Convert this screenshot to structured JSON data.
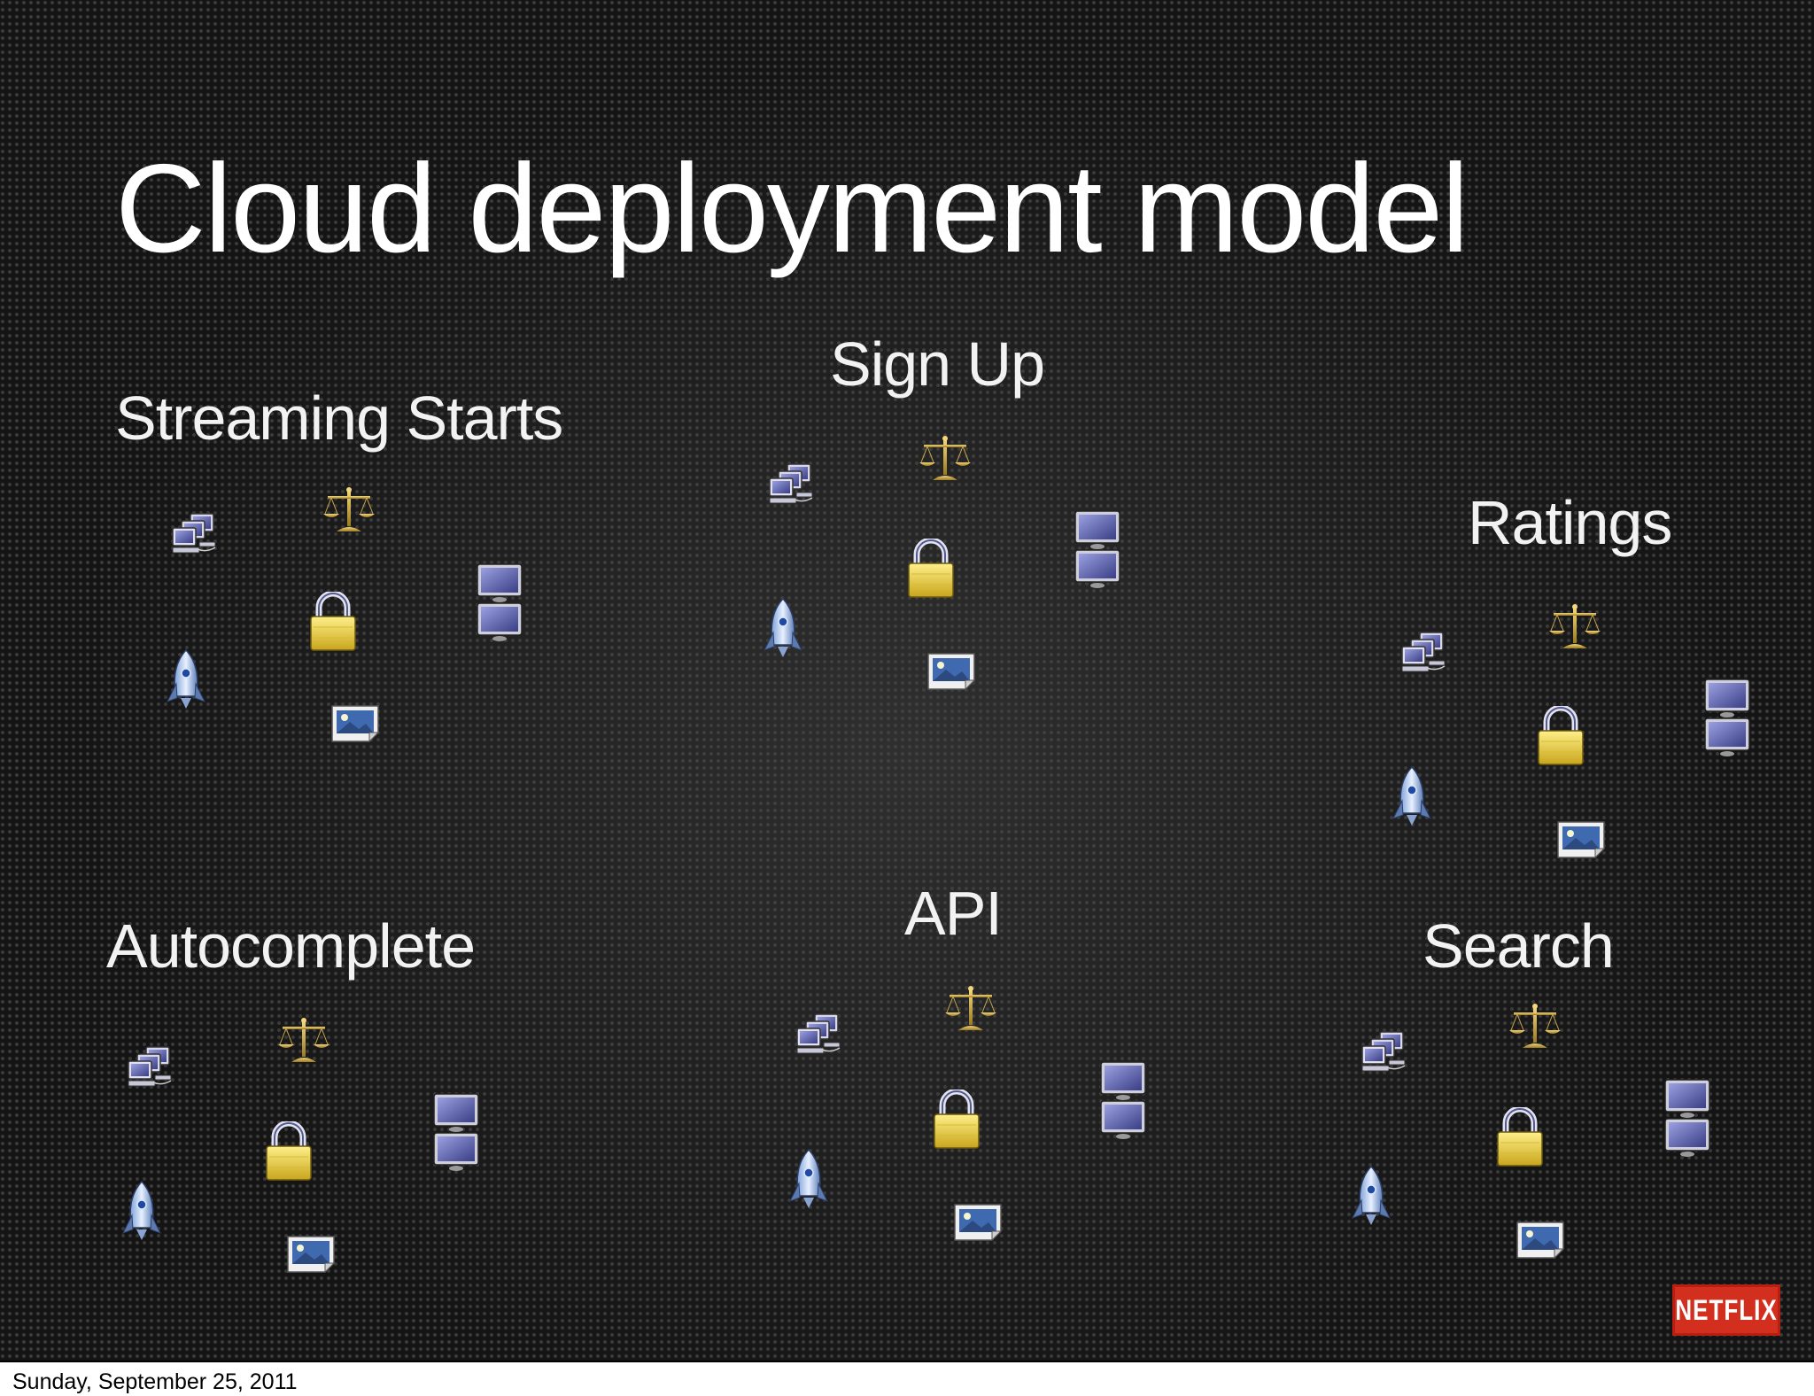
{
  "slide": {
    "title": "Cloud deployment model",
    "clusters": [
      {
        "label": "Streaming Starts"
      },
      {
        "label": "Sign Up"
      },
      {
        "label": "Ratings"
      },
      {
        "label": "Autocomplete"
      },
      {
        "label": "API"
      },
      {
        "label": "Search"
      }
    ],
    "cluster_icons": [
      "servers-icon",
      "scales-icon",
      "monitors-icon",
      "lock-icon",
      "rocket-icon",
      "picture-icon"
    ],
    "logo": "NETFLIX"
  },
  "footer": {
    "date": "Sunday, September 25, 2011"
  },
  "colors": {
    "background": "#141414",
    "text": "#ffffff",
    "logo_red": "#d22f1f",
    "lock_gold": "#e6cf3a",
    "monitor_blue": "#5a62a8"
  }
}
